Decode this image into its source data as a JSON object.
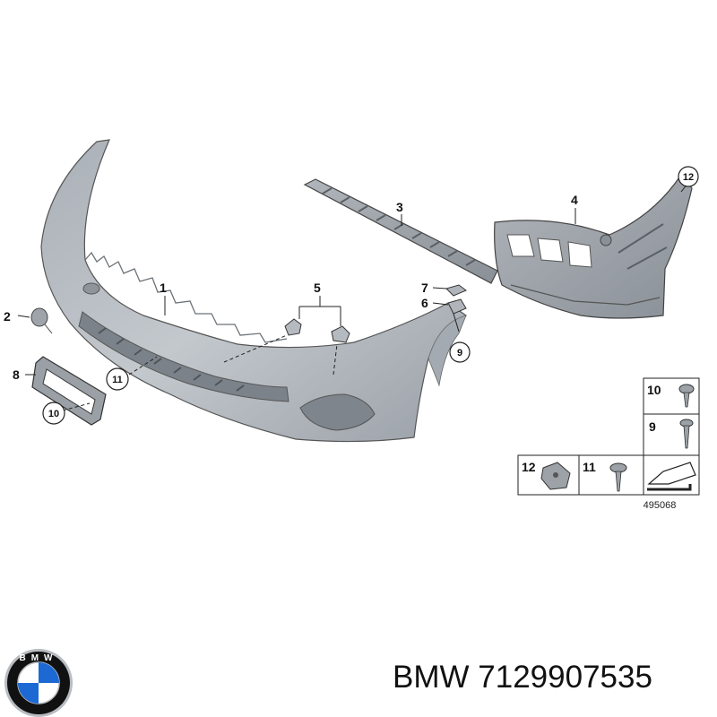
{
  "diagram": {
    "callouts": {
      "c1": "1",
      "c2": "2",
      "c3": "3",
      "c4": "4",
      "c5": "5",
      "c6": "6",
      "c7": "7",
      "c8": "8",
      "c9": "9",
      "c10": "10",
      "c11": "11",
      "c12": "12"
    },
    "legend": {
      "r10": "10",
      "r9": "9",
      "r12": "12",
      "r11": "11"
    },
    "figure_number": "495068"
  },
  "caption": {
    "brand": "BMW",
    "part_number": "7129907535"
  },
  "logo": {
    "text": "BMW",
    "colors": {
      "blue": "#1c69d4",
      "white": "#ffffff",
      "ring": "#111111",
      "chrome": "#b8bcc0"
    }
  },
  "colors": {
    "part_fill": "#b9bec4",
    "part_shade": "#8f959c",
    "line": "#222222"
  }
}
